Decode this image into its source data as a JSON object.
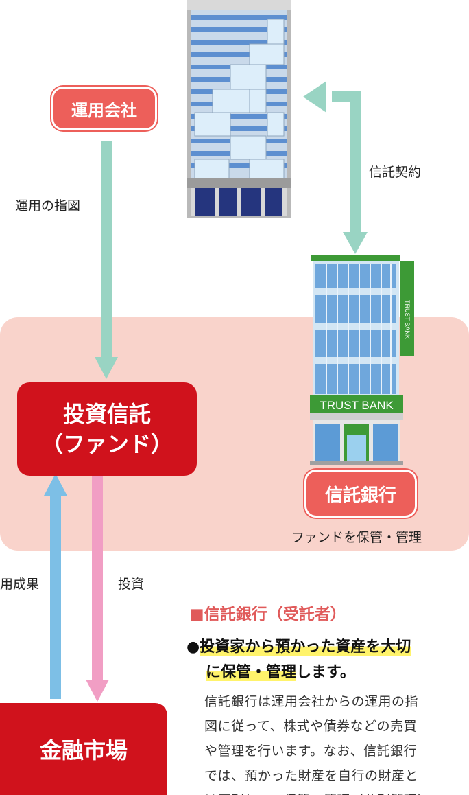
{
  "labels": {
    "asset_manager": "運用会社",
    "instruction": "運用の指図",
    "trust_contract": "信託契約",
    "fund_line1": "投資信託",
    "fund_line2": "（ファンド）",
    "trust_bank": "信託銀行",
    "custody": "ファンドを保管・管理",
    "results": "用成果",
    "investment": "投資",
    "market": "金融市場",
    "bank_sign_horizontal": "TRUST BANK",
    "bank_sign_vertical": "TRUST BANK"
  },
  "section": {
    "title": "■信託銀行（受託者）",
    "bullet_mark": "●",
    "bullet_line1": "投資家から預かった資産を大切",
    "bullet_line2_hl": "に保管・管理",
    "bullet_line2_rest": "します。",
    "body": [
      "信託銀行は運用会社からの運用の指",
      "図に従って、株式や債券などの売買",
      "や管理を行います。なお、信託銀行",
      "では、預かった財産を自行の財産と",
      "は区別して、保管・管理（分別管理）"
    ]
  },
  "colors": {
    "green_arrow": "#99d4c3",
    "blue_arrow": "#7dbfe6",
    "pink_arrow": "#f19ec4",
    "red_box": "#d0121c",
    "tag": "#ed5f5a",
    "pink_area": "#f9d3cb",
    "bank_green": "#3d9a36"
  }
}
